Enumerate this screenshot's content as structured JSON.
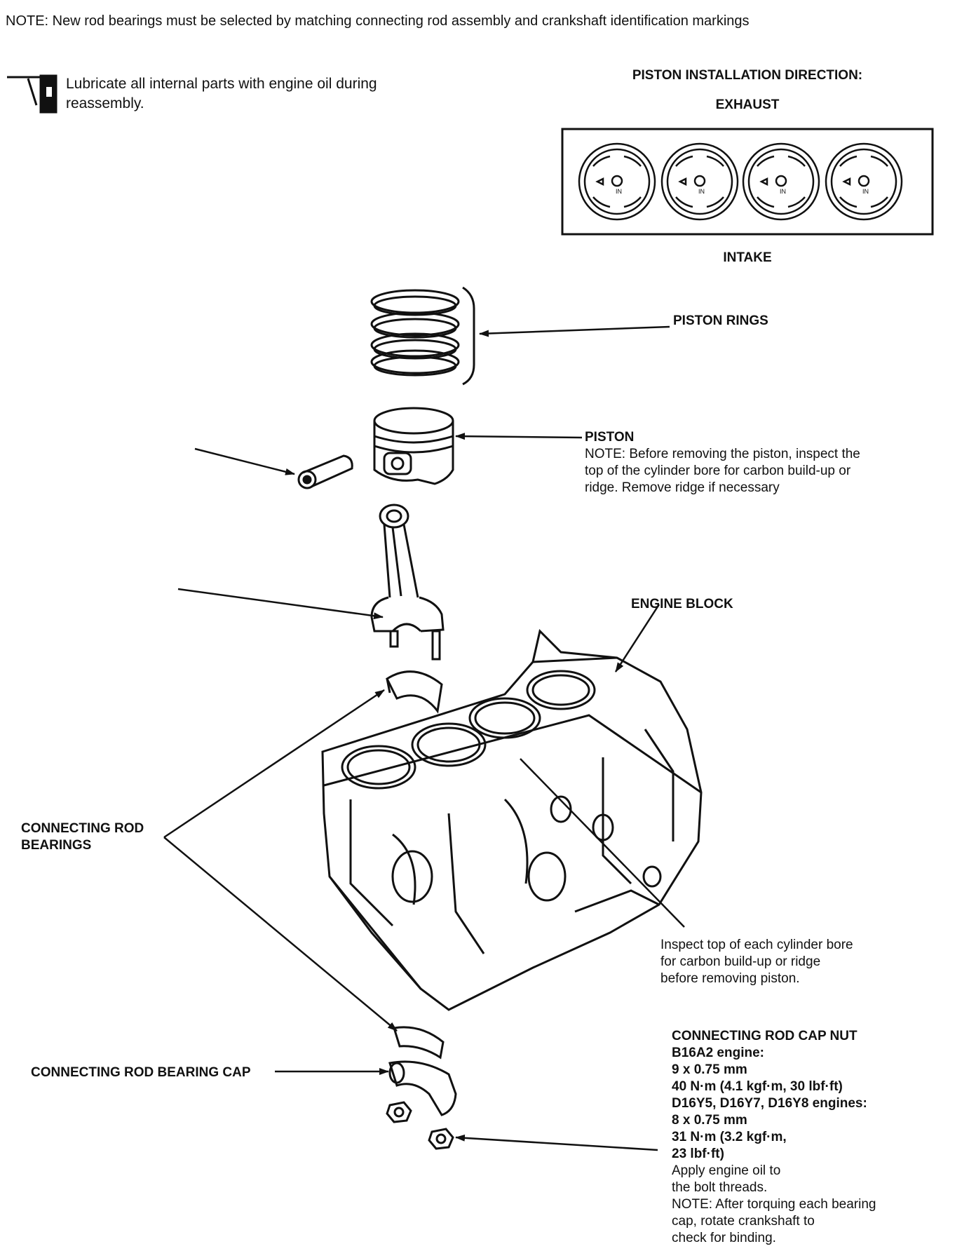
{
  "top_note": "NOTE:  New rod bearings must be selected by matching connecting rod assembly and crankshaft identification markings",
  "lubricate_line1": "Lubricate all internal parts with engine oil during",
  "lubricate_line2": "reassembly.",
  "piston_direction": {
    "title": "PISTON INSTALLATION DIRECTION:",
    "exhaust": "EXHAUST",
    "intake": "INTAKE",
    "piston_mark": "IN"
  },
  "labels": {
    "piston_rings": "PISTON RINGS",
    "piston": "PISTON",
    "piston_note_1": "NOTE:  Before removing the piston, inspect the",
    "piston_note_2": "top of the cylinder bore for carbon build-up or",
    "piston_note_3": "ridge. Remove ridge if necessary",
    "engine_block": "ENGINE BLOCK",
    "rod_bearings_1": "CONNECTING ROD",
    "rod_bearings_2": "BEARINGS",
    "inspect_1": "Inspect top of each cylinder bore",
    "inspect_2": "for carbon build-up or ridge",
    "inspect_3": "before removing piston.",
    "bearing_cap": "CONNECTING ROD BEARING CAP"
  },
  "cap_nut": {
    "title": "CONNECTING ROD CAP NUT",
    "line1": "B16A2 engine:",
    "line2": "9 x 0.75 mm",
    "line3": "40 N·m (4.1 kgf·m, 30 lbf·ft)",
    "line4": "D16Y5, D16Y7, D16Y8 engines:",
    "line5": "8 x 0.75 mm",
    "line6": "31 N·m (3.2 kgf·m,",
    "line7": "23 lbf·ft)",
    "line8": "Apply engine oil to",
    "line9": "the bolt threads.",
    "line10": "NOTE:  After torquing each bearing",
    "line11": "cap, rotate crankshaft to",
    "line12": "check for binding."
  }
}
